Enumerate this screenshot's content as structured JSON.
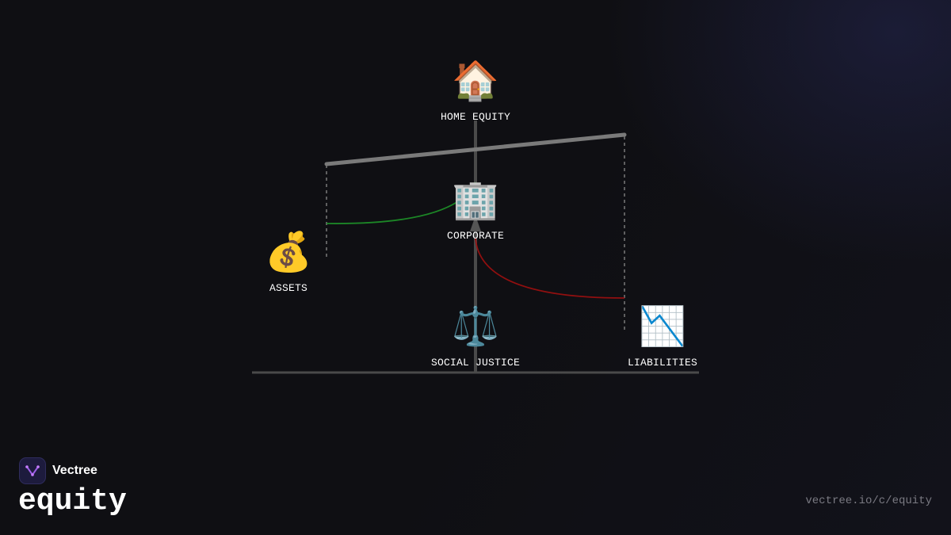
{
  "brand": {
    "name": "Vectree",
    "logo_color": "#9b5de5"
  },
  "page": {
    "title": "equity",
    "url": "vectree.io/c/equity"
  },
  "nodes": {
    "home_equity": {
      "label": "HOME EQUITY",
      "icon": "house-icon",
      "glyph": "🏠"
    },
    "corporate": {
      "label": "CORPORATE",
      "icon": "office-building-icon",
      "glyph": "🏢"
    },
    "assets": {
      "label": "ASSETS",
      "icon": "money-bag-icon",
      "glyph": "💰"
    },
    "social_justice": {
      "label": "SOCIAL JUSTICE",
      "icon": "balance-scale-icon",
      "glyph": "⚖️"
    },
    "liabilities": {
      "label": "LIABILITIES",
      "icon": "chart-decreasing-icon",
      "glyph": "📉"
    }
  },
  "colors": {
    "background": "#0f0f13",
    "beam": "#7a7a7a",
    "post": "#4a4a4a",
    "asset_link": "#1f9b2a",
    "liability_link": "#a01010",
    "text": "#ffffff",
    "muted_text": "#7a7a82"
  }
}
